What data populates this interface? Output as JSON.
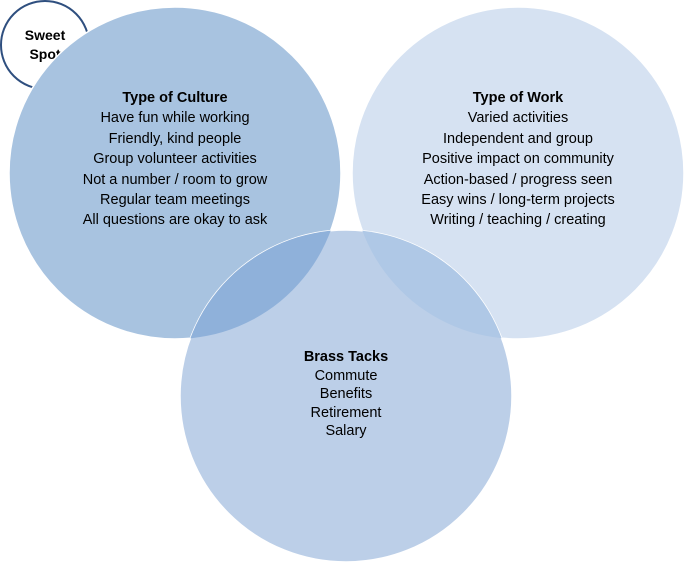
{
  "colors": {
    "culture_circle": "#a8c3e0",
    "work_circle": "#d6e2f2",
    "brass_circle": "#bccfe8",
    "culture_brass_overlap": "#8fb1da",
    "work_brass_overlap": "#afc8e6",
    "sweet_spot_border": "#2f4f7f",
    "circle_stroke": "#ffffff"
  },
  "culture": {
    "title": "Type of Culture",
    "items": [
      "Have fun while working",
      "Friendly, kind people",
      "Group volunteer activities",
      "Not a number / room to grow",
      "Regular team meetings",
      "All questions are okay to ask"
    ]
  },
  "work": {
    "title": "Type of Work",
    "items": [
      "Varied activities",
      "Independent and group",
      "Positive impact on community",
      "Action-based / progress seen",
      "Easy wins / long-term projects",
      "Writing / teaching / creating"
    ]
  },
  "brass_tacks": {
    "title": "Brass Tacks",
    "items": [
      "Commute",
      "Benefits",
      "Retirement",
      "Salary"
    ]
  },
  "sweet_spot": {
    "line1": "Sweet",
    "line2": "Spot"
  }
}
